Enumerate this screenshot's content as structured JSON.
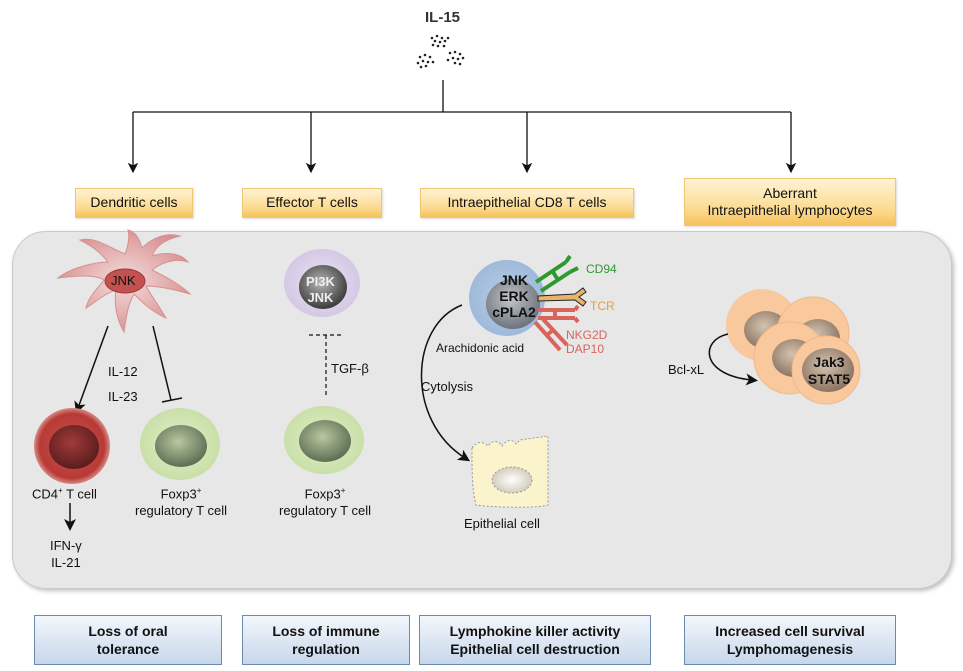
{
  "top": {
    "title": "IL-15",
    "particles_icon": "cytokine-particles"
  },
  "branches": [
    {
      "label": "Dendritic cells"
    },
    {
      "label": "Effector T cells"
    },
    {
      "label": "Intraepithelial CD8 T cells"
    },
    {
      "label_line1": "Aberrant",
      "label_line2": "Intraepithelial lymphocytes"
    }
  ],
  "dendritic": {
    "nucleus_label": "JNK",
    "cytokine_1": "IL-12",
    "cytokine_2": "IL-23",
    "cd4_label": "CD4",
    "cd4_sup": "+",
    "cd4_suffix": " T cell",
    "cd4_outputs": [
      "IFN-γ",
      "IL-21"
    ],
    "treg_line1": "Foxp3",
    "treg_sup": "+",
    "treg_line2": "regulatory T cell"
  },
  "effector": {
    "nucleus_line1": "PI3K",
    "nucleus_line2": "JNK",
    "mediator": "TGF-β",
    "treg_line1": "Foxp3",
    "treg_sup": "+",
    "treg_line2": "regulatory T cell"
  },
  "cd8": {
    "nucleus_lines": [
      "JNK",
      "ERK",
      "cPLA2"
    ],
    "receptors": [
      {
        "name": "CD94",
        "color": "#2e9a2e"
      },
      {
        "name": "TCR",
        "color": "#e0a040"
      },
      {
        "name": "NKG2D",
        "color": "#d9645c"
      },
      {
        "name": "DAP10",
        "color": "#d9645c"
      }
    ],
    "product": "Arachidonic acid",
    "action": "Cytolysis",
    "target": "Epithelial cell"
  },
  "aberrant": {
    "signal": "Bcl-xL",
    "nucleus_line1": "Jak3",
    "nucleus_line2": "STAT5"
  },
  "outcomes": [
    {
      "line1": "Loss of oral",
      "line2": "tolerance"
    },
    {
      "line1": "Loss of immune",
      "line2": "regulation"
    },
    {
      "line1": "Lymphokine killer activity",
      "line2": "Epithelial  cell destruction"
    },
    {
      "line1": "Increased cell survival",
      "line2": "Lymphomagenesis"
    }
  ]
}
